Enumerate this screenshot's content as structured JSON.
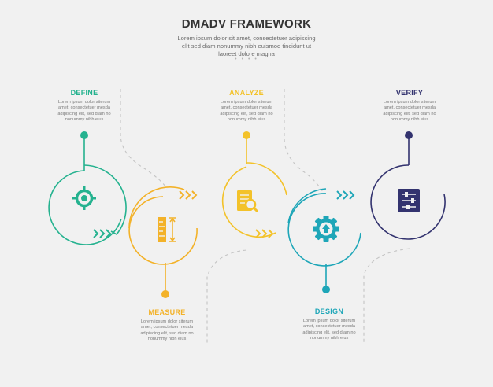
{
  "header": {
    "title": "DMADV FRAMEWORK",
    "subtitle_lines": [
      "Lorem ipsum dolor sit amet, consectetuer adipiscing",
      "elit sed diam nonummy nibh euismod tincidunt ut",
      "laoreet dolore magna"
    ],
    "dots": "• • • •"
  },
  "steps": [
    {
      "title": "DEFINE",
      "color": "#25b28f",
      "icon": "target-crosshair-icon",
      "desc": [
        "Lorem ipsum dolor siterum",
        "amet, consectetuer mesda",
        "adipiscing elit, sed diam no",
        "nonummy nibh eius"
      ]
    },
    {
      "title": "MEASURE",
      "color": "#f3b229",
      "icon": "ruler-measure-icon",
      "desc": [
        "Lorem ipsum dolor siterum",
        "amet, consectetuer mesda",
        "adipiscing elit, sed diam no",
        "nonummy nibh eius"
      ]
    },
    {
      "title": "ANALYZE",
      "color": "#f3c22a",
      "icon": "document-magnifier-icon",
      "desc": [
        "Lorem ipsum dolor siterum",
        "amet, consectetuer mesda",
        "adipiscing elit, sed diam no",
        "nonummy nibh eius"
      ]
    },
    {
      "title": "DESIGN",
      "color": "#1ea6b8",
      "icon": "gear-upload-icon",
      "desc": [
        "Lorem ipsum dolor siterum",
        "amet, consectetuer mesda",
        "adipiscing elit, sed diam no",
        "nonummy nibh eius"
      ]
    },
    {
      "title": "VERIFY",
      "color": "#33336f",
      "icon": "sliders-settings-icon",
      "desc": [
        "Lorem ipsum dolor siterum",
        "amet, consectetuer mesda",
        "adipiscing elit, sed diam no",
        "nonummy nibh eius"
      ]
    }
  ],
  "colors": {
    "background": "#f1f1f1",
    "arrow_green": "#25b28f",
    "arrow_yellow": "#f3b229",
    "arrow_teal": "#1ea6b8",
    "dashed_line": "#c4c4c4"
  }
}
